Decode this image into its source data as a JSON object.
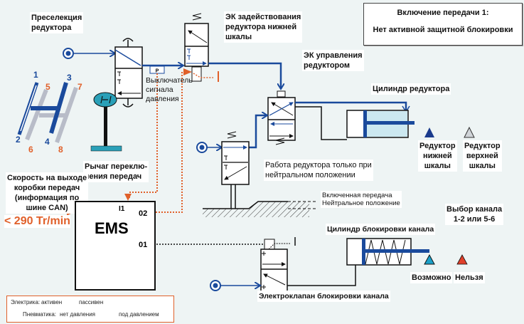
{
  "status_box": {
    "title": "Включение передачи 1:",
    "subtitle": "Нет активной защитной блокировки"
  },
  "labels": {
    "preselection": [
      "Преселекция",
      "редуктора"
    ],
    "valve_low_range": [
      "ЭК задействования",
      "редуктора нижней",
      "шкалы"
    ],
    "valve_control": [
      "ЭК управления",
      "редуктором"
    ],
    "pressure_switch": [
      "Выключатель",
      "сигнала",
      "давления"
    ],
    "pressure_switch_symbol": "P",
    "cylinder_reducer": "Цилиндр редуктора",
    "reducer_low": [
      "Редуктор",
      "нижней",
      "шкалы"
    ],
    "reducer_high": [
      "Редуктор",
      "верхней",
      "шкалы"
    ],
    "shift_lever": [
      "Рычаг переклю-",
      "чения передач"
    ],
    "output_speed": [
      "Скорость на выходе",
      "коробки передач",
      "(информация по",
      "шине CAN)"
    ],
    "speed_value": "< 290 Tr/min",
    "neutral_only": [
      "Работа редуктора только при",
      "нейтральном положении"
    ],
    "gear_engaged": "Включенная передача",
    "neutral_position": "Нейтральное положение",
    "channel_select": [
      "Выбор канала",
      "1-2 или 5-6"
    ],
    "cylinder_lock": "Цилиндр блокировки канала",
    "possible": "Возможно",
    "forbidden": "Нельзя",
    "solenoid_lock": "Электроклапан блокировки канала"
  },
  "ems": {
    "title": "EMS",
    "input_1": "I1",
    "output_2": "02",
    "output_1": "01"
  },
  "gear_pattern": {
    "gears": [
      "1",
      "2",
      "3",
      "4",
      "5",
      "6",
      "7",
      "8"
    ],
    "active_color": "#1a4a9c",
    "inactive_color": "#b8bcc8",
    "odd_label_color": "#1a4a9c",
    "alt_label_color": "#e0602a"
  },
  "legend": {
    "electric_label": "Электрика:",
    "electric_active": "активен",
    "electric_passive": "пассивен",
    "pneumatic_label": "Пневматика:",
    "pneumatic_no_pressure": "нет давления",
    "pneumatic_pressure": "под давлением"
  },
  "colors": {
    "pneumatic_active": "#1a4a9c",
    "electric_active": "#e0602a",
    "background": "#eef4f4",
    "indicator_low": "#1a3a8c",
    "indicator_high": "#d0d4d8",
    "indicator_possible": "#1aa0c8",
    "indicator_forbidden": "#e0402a",
    "cylinder_fill": "#cce8f0"
  }
}
